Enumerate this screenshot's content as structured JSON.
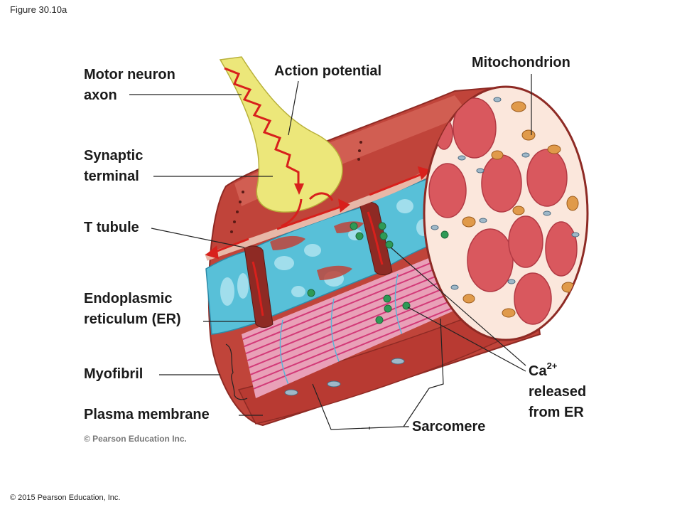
{
  "figure_label": "Figure 30.10a",
  "labels": {
    "motor_neuron_axon": [
      "Motor neuron",
      "axon"
    ],
    "action_potential": "Action potential",
    "mitochondrion": "Mitochondrion",
    "synaptic_terminal": [
      "Synaptic",
      "terminal"
    ],
    "t_tubule": "T tubule",
    "er": [
      "Endoplasmic",
      "reticulum (ER)"
    ],
    "myofibril": "Myofibril",
    "plasma_membrane": "Plasma membrane",
    "sarcomere": "Sarcomere",
    "ca": {
      "symbol": "Ca",
      "charge": "2+",
      "line2": "released",
      "line3": "from ER"
    }
  },
  "credit_image": "© Pearson Education Inc.",
  "copyright": "© 2015 Pearson Education, Inc.",
  "colors": {
    "muscle": "#c0443a",
    "muscle_dark": "#8e2a24",
    "muscle_light": "#d86a5c",
    "er_blue": "#58c0d8",
    "er_light": "#a9e2ef",
    "axon_yellow": "#ece77a",
    "myofibril_pink": "#e9a0b8",
    "myofibril_lines": "#d23a78",
    "mito_orange": "#e09a4a",
    "calcium_green": "#2e9a56",
    "action_potential_red": "#d8201c"
  }
}
